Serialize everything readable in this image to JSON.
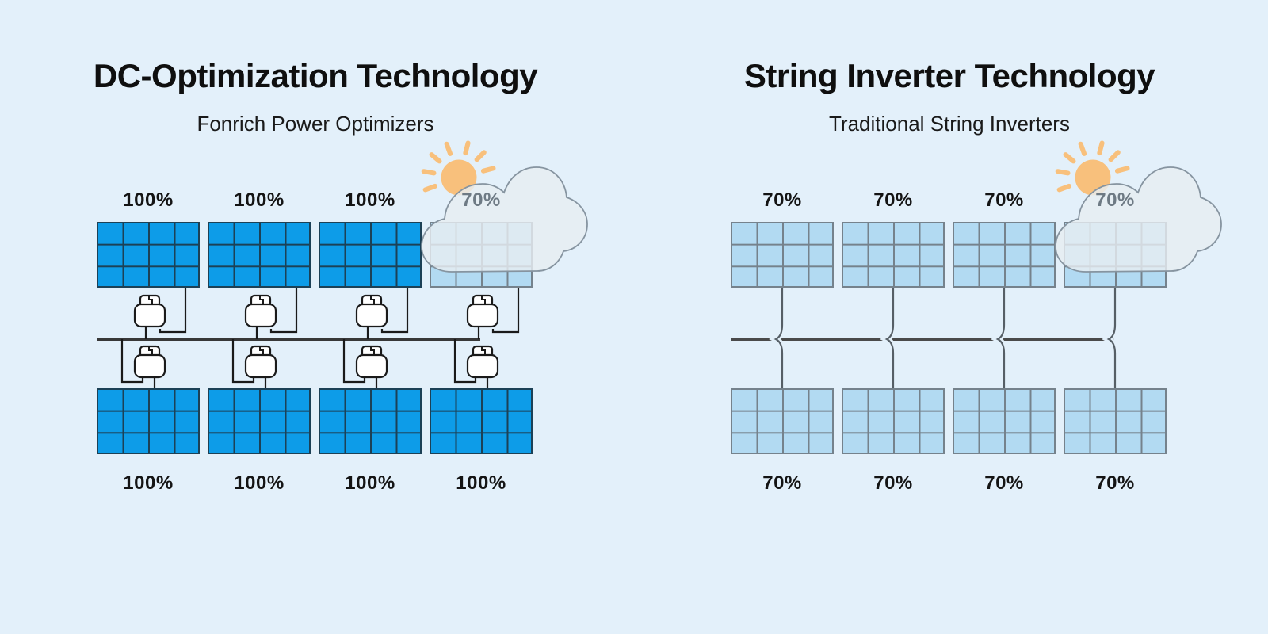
{
  "left": {
    "title": "DC-Optimization Technology",
    "subtitle": "Fonrich Power Optimizers",
    "panel_labels_top": [
      "100%",
      "100%",
      "100%",
      "70%"
    ],
    "panel_labels_bottom": [
      "100%",
      "100%",
      "100%",
      "100%"
    ]
  },
  "right": {
    "title": "String Inverter Technology",
    "subtitle": "Traditional String Inverters",
    "panel_labels_top": [
      "70%",
      "70%",
      "70%",
      "70%"
    ],
    "panel_labels_bottom": [
      "70%",
      "70%",
      "70%",
      "70%"
    ]
  },
  "icons": [
    "sun-icon",
    "cloud-icon",
    "optimizer-icon",
    "solar-panel",
    "bus-line",
    "wire"
  ],
  "colors": {
    "background": "#e3f0fa",
    "panel_full": "#0d9ce8",
    "panel_full_grid": "#1c4156",
    "panel_shaded": "#b2daf2",
    "panel_shaded_grid": "#75828c",
    "sun": "#f8c07c",
    "cloud_fill": "#e7edf1",
    "cloud_stroke": "#8694a0",
    "wire_left": "#1a1a1a",
    "bus_left": "#383838",
    "wire_right": "#565f66",
    "bus_right": "#4a4a4a",
    "label": "#141414",
    "label_shaded": "#6e7a84"
  }
}
